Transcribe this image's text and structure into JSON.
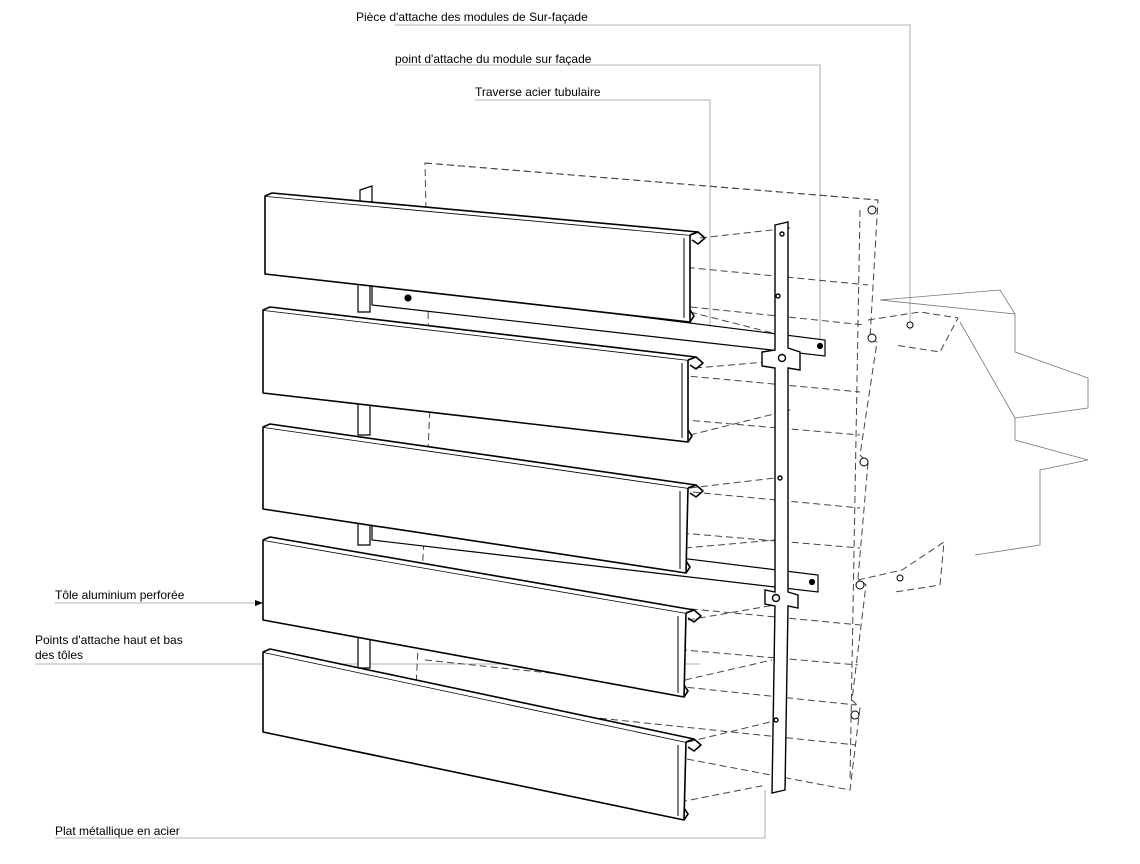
{
  "labels": {
    "piece_attache": "Pièce d'attache des modules de Sur-façade",
    "point_attache": "point d'attache du module sur façade",
    "traverse": "Traverse acier tubulaire",
    "tole": "Tôle aluminium perforée",
    "points_attache_line1": "Points d'attache haut et bas",
    "points_attache_line2": "des tôles",
    "plat_metallique": "Plat métallique en acier"
  },
  "colors": {
    "line": "#000000",
    "leader": "#9a9a9a",
    "dashed": "#444444",
    "facade": "#777777",
    "panel_fill": "#ffffff"
  }
}
